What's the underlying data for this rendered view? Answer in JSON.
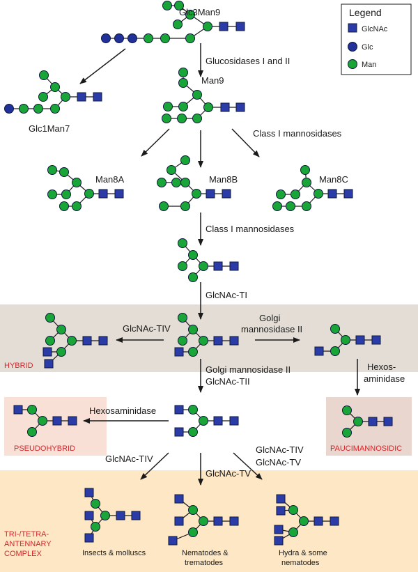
{
  "colors": {
    "glcnac": "#2b3ba8",
    "glc": "#22309a",
    "man": "#1aa538",
    "outline": "#0c1a3a",
    "band_gray": "#e3ddd5",
    "band_orange": "#fde7c5",
    "box_pink": "#f9e0d7",
    "box_paucimannosidic": "#e9d6cf",
    "red_label": "#d7262b"
  },
  "legend": {
    "title": "Legend",
    "items": [
      {
        "shape": "square",
        "label": "GlcNAc"
      },
      {
        "shape": "circle",
        "label": "Glc"
      },
      {
        "shape": "circle",
        "label": "Man"
      }
    ]
  },
  "structures": {
    "glc3man9": "Glc3Man9",
    "glc1man7": "Glc1Man7",
    "man9": "Man9",
    "man8a": "Man8A",
    "man8b": "Man8B",
    "man8c": "Man8C"
  },
  "enzymes": {
    "glucosidases": "Glucosidases I and II",
    "class1_a": "Class I mannosidases",
    "class1_b": "Class I mannosidases",
    "glcnac_ti": "GlcNAc-TI",
    "glcnac_tiv_hybrid": "GlcNAc-TIV",
    "golgi_mann_ii_1a": "Golgi",
    "golgi_mann_ii_1b": "mannosidase II",
    "golgi_mann_ii_2": "Golgi mannosidase II",
    "glcnac_tii": "GlcNAc-TII",
    "hexos_a": "Hexos-",
    "hexos_b": "aminidase",
    "hexosaminidase": "Hexosaminidase",
    "glcnac_tiv_low": "GlcNAc-TIV",
    "glcnac_tv_mid": "GlcNAc-TV",
    "glcnac_tiv_tv_a": "GlcNAc-TIV",
    "glcnac_tv_b": "GlcNAc-TV"
  },
  "categories": {
    "hybrid": "HYBRID",
    "pseudohybrid": "PSEUDOHYBRID",
    "paucimannosidic": "PAUCIMANNOSIDIC",
    "complex_1": "TRI-/TETRA-",
    "complex_2": "ANTENNARY",
    "complex_3": "COMPLEX"
  },
  "organisms": {
    "insects": "Insects & molluscs",
    "nematodes_1": "Nematodes &",
    "nematodes_2": "trematodes",
    "hydra_1": "Hydra & some",
    "hydra_2": "nematodes"
  }
}
